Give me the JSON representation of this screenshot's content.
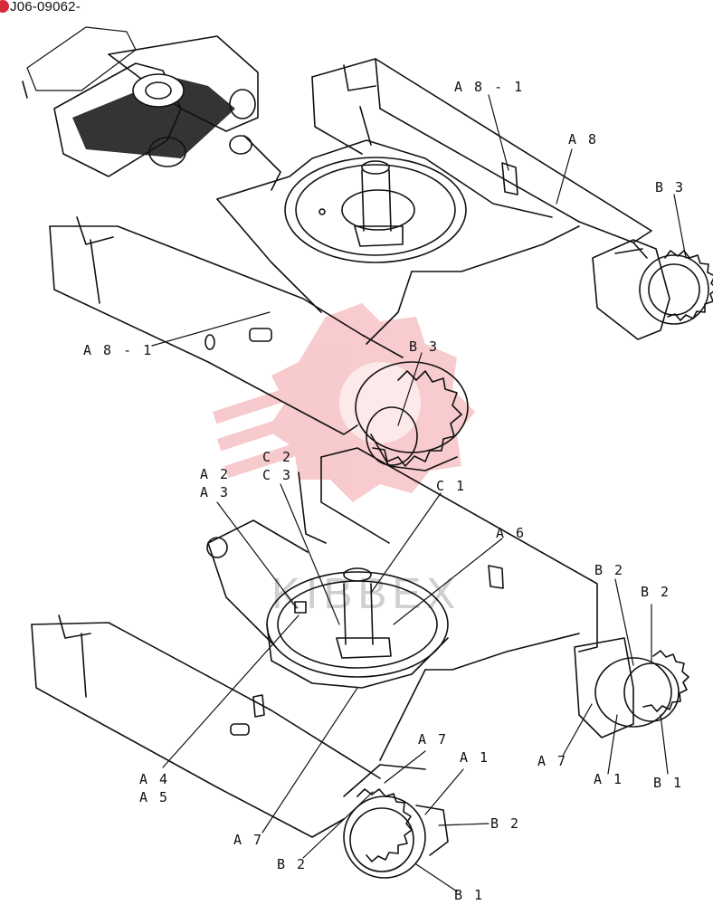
{
  "diagram_code": "J06-09062-",
  "watermark_text": "KIBBEX",
  "colors": {
    "ink": "#111111",
    "watermark": "#f2a0a6",
    "marker": "#d42a3a"
  },
  "labels": {
    "a8_1_top": "A 8 - 1",
    "a8": "A 8",
    "b3_right": "B 3",
    "a8_1_left": "A 8 - 1",
    "b3_center": "B 3",
    "c2": "C 2",
    "c3": "C 3",
    "c1": "C 1",
    "a2": "A 2",
    "a3": "A 3",
    "a6": "A 6",
    "b2_right_1": "B 2",
    "b2_right_2": "B 2",
    "a7_right": "A 7",
    "a1_right": "A 1",
    "b1_right": "B 1",
    "a4": "A 4",
    "a5": "A 5",
    "a7_bottom": "A 7",
    "a1_bottom": "A 1",
    "b2_bottom_right": "B 2",
    "a7_left": "A 7",
    "b2_bottom_left": "B 2",
    "b1_bottom": "B 1"
  }
}
